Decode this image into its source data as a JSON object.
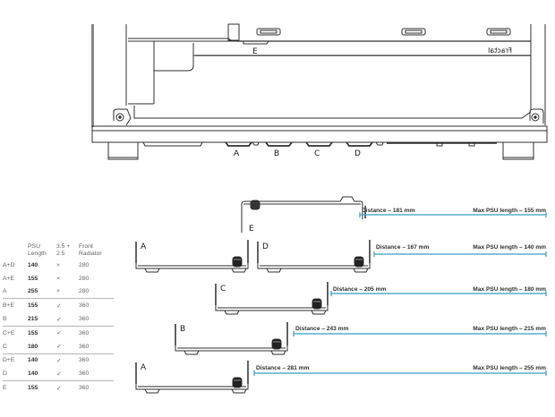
{
  "case_drawing": {
    "mount_labels": [
      "A",
      "B",
      "C",
      "D"
    ],
    "top_mount_label": "E",
    "logo_text": "Fractal"
  },
  "table": {
    "headers": [
      "",
      "PSU Length",
      "3.5 + 2.5",
      "Front Radiator"
    ],
    "rows": [
      {
        "config": "A+D",
        "psu_length": "140",
        "drive_support": "×",
        "front_radiator": "280",
        "group_start": false
      },
      {
        "config": "A+E",
        "psu_length": "155",
        "drive_support": "×",
        "front_radiator": "280",
        "group_start": false
      },
      {
        "config": "A",
        "psu_length": "255",
        "drive_support": "×",
        "front_radiator": "280",
        "group_start": false
      },
      {
        "config": "B+E",
        "psu_length": "155",
        "drive_support": "✓",
        "front_radiator": "360",
        "group_start": true
      },
      {
        "config": "B",
        "psu_length": "215",
        "drive_support": "✓",
        "front_radiator": "360",
        "group_start": false
      },
      {
        "config": "C+E",
        "psu_length": "155",
        "drive_support": "✓",
        "front_radiator": "360",
        "group_start": true
      },
      {
        "config": "C",
        "psu_length": "180",
        "drive_support": "✓",
        "front_radiator": "360",
        "group_start": false
      },
      {
        "config": "D+E",
        "psu_length": "140",
        "drive_support": "✓",
        "front_radiator": "360",
        "group_start": true
      },
      {
        "config": "D",
        "psu_length": "140",
        "drive_support": "✓",
        "front_radiator": "360",
        "group_start": false
      },
      {
        "config": "E",
        "psu_length": "155",
        "drive_support": "✓",
        "front_radiator": "360",
        "group_start": true
      }
    ]
  },
  "brackets": [
    {
      "label": "E",
      "distance": "Distance – 181 mm",
      "max_psu": "Max PSU length – 155 mm"
    },
    {
      "label": "A",
      "distance": "",
      "max_psu": ""
    },
    {
      "label": "D",
      "distance": "Distance – 167 mm",
      "max_psu": "Max PSU length – 140 mm"
    },
    {
      "label": "C",
      "distance": "Distance – 205 mm",
      "max_psu": "Max PSU length – 180 mm"
    },
    {
      "label": "B",
      "distance": "Distance – 243 mm",
      "max_psu": "Max PSU length – 215 mm"
    },
    {
      "label": "A",
      "distance": "Distance – 281 mm",
      "max_psu": "Max PSU length – 255 mm"
    }
  ],
  "colors": {
    "measure_line": "#3a9fc8",
    "drawing_line": "#333333"
  }
}
